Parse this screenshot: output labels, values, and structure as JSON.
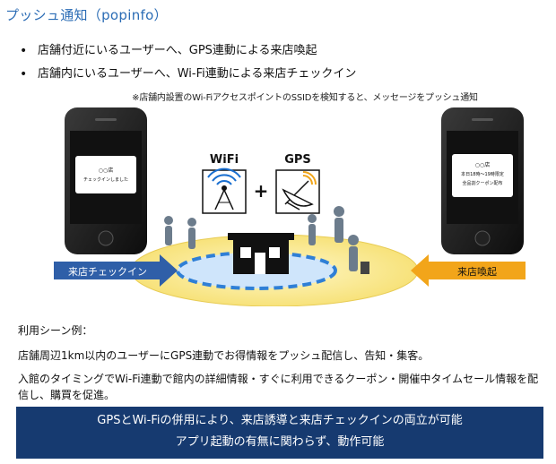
{
  "title": "プッシュ通知（popinfo）",
  "bullets": [
    "店舗付近にいるユーザーへ、GPS連動による来店喚起",
    "店舗内にいるユーザーへ、Wi-Fi連動による来店チェックイン"
  ],
  "note": "※店舗内設置のWi-FiアクセスポイントのSSIDを検知すると、メッセージをプッシュ通知",
  "illustration": {
    "left_phone": {
      "line1": "○○店",
      "line2": "チェックインしました"
    },
    "right_phone": {
      "line1": "○○店",
      "line2": "本日18時～19時限定",
      "line3": "全品割クーポン配布"
    },
    "wifi_label": "WiFi",
    "gps_label": "GPS",
    "plus": "+",
    "checkin_label": "来店チェックイン",
    "invite_label": "来店喚起",
    "colors": {
      "checkin_arrow": "#2f5fa8",
      "invite_arrow": "#f2a51a",
      "outer_zone": "#fbf0b0",
      "inner_ring": "#2f7fd6"
    }
  },
  "usage": {
    "heading": "利用シーン例：",
    "lines": [
      "店舗周辺1km以内のユーザーにGPS連動でお得情報をプッシュ配信し、告知・集客。",
      "入館のタイミングでWi-Fi連動で館内の詳細情報・すぐに利用できるクーポン・開催中タイムセール情報を配信し、購買を促進。"
    ]
  },
  "banner": {
    "line1": "GPSとWi-Fiの併用により、来店誘導と来店チェックインの両立が可能",
    "line2": "アプリ起動の有無に関わらず、動作可能",
    "color": "#163a70"
  }
}
